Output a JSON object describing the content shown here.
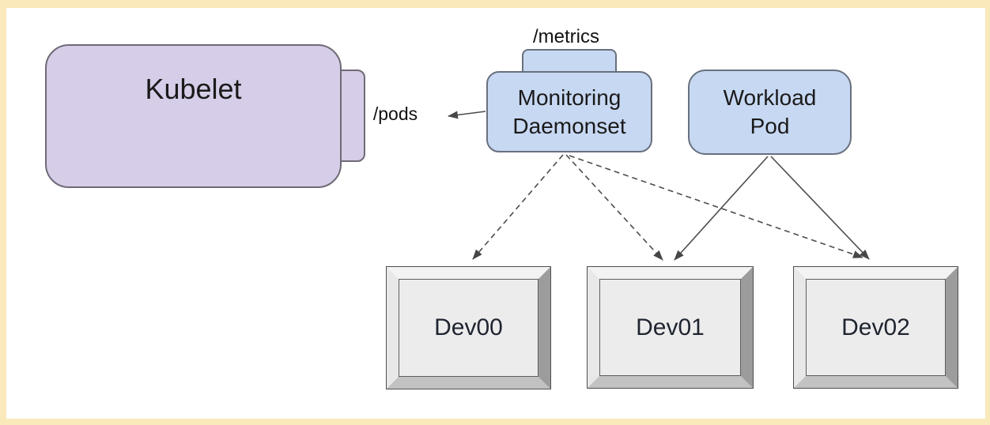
{
  "frame": {
    "border_color": "#fae9bb",
    "canvas_color": "#ffffff"
  },
  "nodes": {
    "kubelet": {
      "label": "Kubelet",
      "endpoint_label": "/pods",
      "fill": "#d6cde8",
      "stroke": "#6f6a76"
    },
    "monitoring_daemonset": {
      "label": "Monitoring Daemonset",
      "endpoint_label": "/metrics",
      "fill": "#c7d8f2",
      "stroke": "#68707e"
    },
    "workload_pod": {
      "label": "Workload Pod",
      "fill": "#c7d8f2",
      "stroke": "#68707e"
    },
    "devices": [
      {
        "label": "Dev00"
      },
      {
        "label": "Dev01"
      },
      {
        "label": "Dev02"
      }
    ]
  },
  "edges": [
    {
      "from": "monitoring_daemonset",
      "to": "kubelet",
      "style": "solid",
      "endpoint": "/pods"
    },
    {
      "from": "monitoring_daemonset",
      "to": "Dev00",
      "style": "dashed"
    },
    {
      "from": "monitoring_daemonset",
      "to": "Dev01",
      "style": "dashed"
    },
    {
      "from": "monitoring_daemonset",
      "to": "Dev02",
      "style": "dashed"
    },
    {
      "from": "workload_pod",
      "to": "Dev01",
      "style": "solid"
    },
    {
      "from": "workload_pod",
      "to": "Dev02",
      "style": "solid"
    }
  ],
  "colors": {
    "edge_line": "#4c4c4c",
    "device_face": "#ececec",
    "device_bevel_top": "#f3f3f3",
    "device_bevel_right": "#9c9c9c",
    "device_bevel_bottom": "#c2c2c2",
    "device_bevel_left": "#e8e8e8",
    "text": "#1a1a1a"
  }
}
